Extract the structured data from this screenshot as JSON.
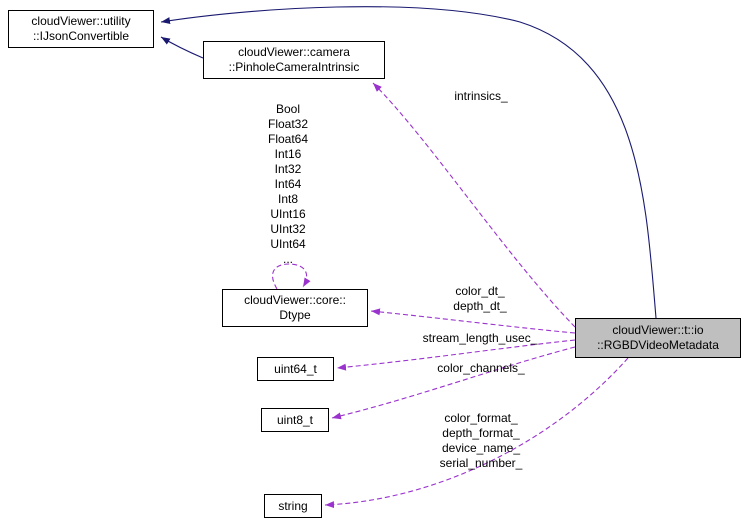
{
  "diagram": {
    "colors": {
      "background": "#ffffff",
      "inheritance_edge": "#191970",
      "usage_edge": "#9a32cd",
      "node_border": "#000000",
      "node_fill": "#ffffff",
      "current_node_fill": "#bfbfbf"
    },
    "nodes": {
      "ijson_convertible": {
        "lines": [
          "cloudViewer::utility",
          "::IJsonConvertible"
        ]
      },
      "pinhole_camera_intrinsic": {
        "lines": [
          "cloudViewer::camera",
          "::PinholeCameraIntrinsic"
        ]
      },
      "dtype": {
        "lines": [
          "cloudViewer::core::",
          "Dtype"
        ]
      },
      "uint64_t": {
        "lines": [
          "uint64_t"
        ]
      },
      "uint8_t": {
        "lines": [
          "uint8_t"
        ]
      },
      "string": {
        "lines": [
          "string"
        ]
      },
      "rgbd_video_metadata": {
        "lines": [
          "cloudViewer::t::io",
          "::RGBDVideoMetadata"
        ]
      }
    },
    "edge_labels": {
      "intrinsics": [
        "intrinsics_"
      ],
      "dtype_types": [
        "Bool",
        "Float32",
        "Float64",
        "Int16",
        "Int32",
        "Int64",
        "Int8",
        "UInt16",
        "UInt32",
        "UInt64",
        "..."
      ],
      "dt_fields": [
        "color_dt_",
        "depth_dt_"
      ],
      "stream_length": [
        "stream_length_usec_"
      ],
      "color_channels": [
        "color_channels_"
      ],
      "string_fields": [
        "color_format_",
        "depth_format_",
        "device_name_",
        "serial_number_"
      ]
    },
    "edges": [
      {
        "id": "inherit-rgbd-ijson",
        "type": "inheritance",
        "from": "rgbd_video_metadata",
        "to": "ijson_convertible"
      },
      {
        "id": "inherit-pinhole-ijson",
        "type": "inheritance",
        "from": "pinhole_camera_intrinsic",
        "to": "ijson_convertible"
      },
      {
        "id": "usage-intrinsics",
        "type": "usage",
        "from": "rgbd_video_metadata",
        "to": "pinhole_camera_intrinsic",
        "label_key": "intrinsics"
      },
      {
        "id": "usage-dtype-self",
        "type": "usage",
        "from": "dtype",
        "to": "dtype",
        "label_key": "dtype_types"
      },
      {
        "id": "usage-dt",
        "type": "usage",
        "from": "rgbd_video_metadata",
        "to": "dtype",
        "label_key": "dt_fields"
      },
      {
        "id": "usage-stream",
        "type": "usage",
        "from": "rgbd_video_metadata",
        "to": "uint64_t",
        "label_key": "stream_length"
      },
      {
        "id": "usage-channels",
        "type": "usage",
        "from": "rgbd_video_metadata",
        "to": "uint8_t",
        "label_key": "color_channels"
      },
      {
        "id": "usage-strings",
        "type": "usage",
        "from": "rgbd_video_metadata",
        "to": "string",
        "label_key": "string_fields"
      }
    ]
  }
}
